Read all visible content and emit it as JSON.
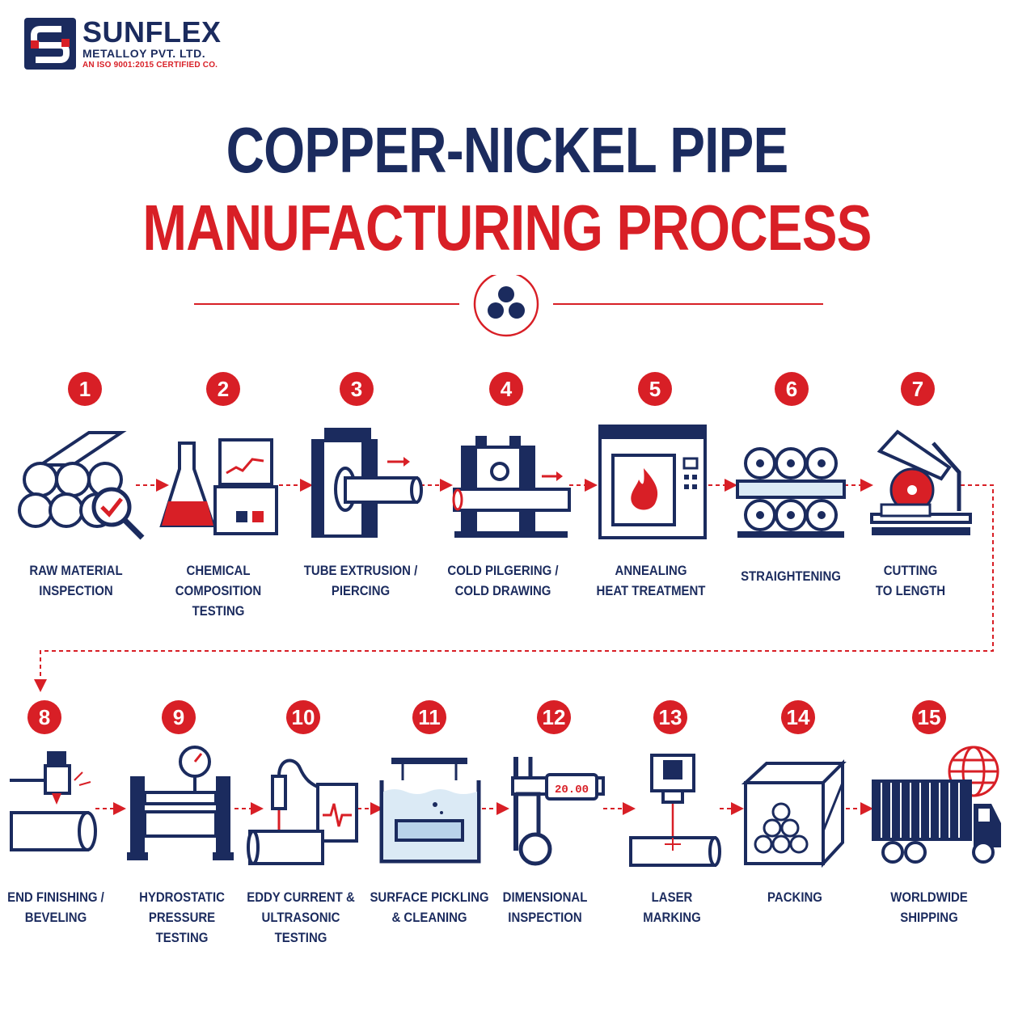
{
  "brand": {
    "name": "SUNFLEX",
    "subtitle": "METALLOY PVT. LTD.",
    "certification": "AN ISO 9001:2015 CERTIFIED CO.",
    "logo_letter": "S"
  },
  "title": {
    "line1": "COPPER-NICKEL PIPE",
    "line2": "MANUFACTURING PROCESS"
  },
  "colors": {
    "navy": "#1b2b5e",
    "red": "#d81f26"
  },
  "steps": [
    {
      "number": "1",
      "label": "RAW MATERIAL\nINSPECTION",
      "icon": "pipe-stack-magnifier-icon"
    },
    {
      "number": "2",
      "label": "CHEMICAL\nCOMPOSITION\nTESTING",
      "icon": "flask-analyzer-icon"
    },
    {
      "number": "3",
      "label": "TUBE EXTRUSION /\nPIERCING",
      "icon": "extrusion-press-icon"
    },
    {
      "number": "4",
      "label": "COLD PILGERING /\nCOLD DRAWING",
      "icon": "pilger-mill-icon"
    },
    {
      "number": "5",
      "label": "ANNEALING\nHEAT TREATMENT",
      "icon": "furnace-icon"
    },
    {
      "number": "6",
      "label": "STRAIGHTENING",
      "icon": "straightening-rolls-icon"
    },
    {
      "number": "7",
      "label": "CUTTING\nTO LENGTH",
      "icon": "saw-cutter-icon"
    },
    {
      "number": "8",
      "label": "END FINISHING /\nBEVELING",
      "icon": "beveling-tool-icon"
    },
    {
      "number": "9",
      "label": "HYDROSTATIC\nPRESSURE TESTING",
      "icon": "pressure-gauge-icon"
    },
    {
      "number": "10",
      "label": "EDDY CURRENT &\nULTRASONIC TESTING",
      "icon": "ultrasonic-probe-icon"
    },
    {
      "number": "11",
      "label": "SURFACE PICKLING\n& CLEANING",
      "icon": "pickling-tank-icon"
    },
    {
      "number": "12",
      "label": "DIMENSIONAL\nINSPECTION",
      "icon": "caliper-icon"
    },
    {
      "number": "13",
      "label": "LASER\nMARKING",
      "icon": "laser-marker-icon"
    },
    {
      "number": "14",
      "label": "PACKING",
      "icon": "wooden-crate-icon"
    },
    {
      "number": "15",
      "label": "WORLDWIDE\nSHIPPING",
      "icon": "container-truck-icon"
    }
  ],
  "caliper_reading": "20.00"
}
